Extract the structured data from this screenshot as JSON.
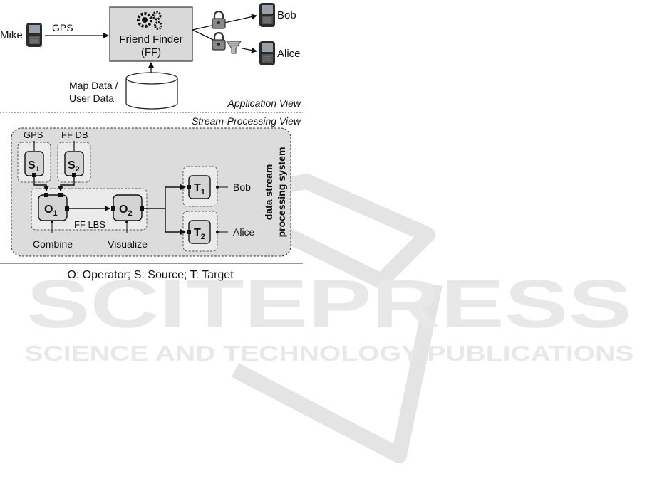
{
  "application": {
    "source_user": "Mike",
    "gps_label": "GPS",
    "service_line1": "Friend Finder",
    "service_line2": "(FF)",
    "db_line1": "Map Data /",
    "db_line2": "User Data",
    "recipient_1": "Bob",
    "recipient_2": "Alice",
    "view_label": "Application View"
  },
  "stream": {
    "view_label": "Stream-Processing View",
    "source_1_label": "GPS",
    "source_2_label": "FF DB",
    "source_1": "S",
    "source_1_sub": "1",
    "source_2": "S",
    "source_2_sub": "2",
    "operator_1": "O",
    "operator_1_sub": "1",
    "operator_2": "O",
    "operator_2_sub": "2",
    "target_1": "T",
    "target_1_sub": "1",
    "target_2": "T",
    "target_2_sub": "2",
    "group_label": "FF LBS",
    "operator_1_name": "Combine",
    "operator_2_name": "Visualize",
    "target_1_user": "Bob",
    "target_2_user": "Alice",
    "system_line1": "data stream",
    "system_line2": "processing system"
  },
  "legend": "O: Operator; S: Source; T: Target",
  "watermark": {
    "title": "SCITEPRESS",
    "subtitle": "SCIENCE AND TECHNOLOGY PUBLICATIONS"
  },
  "colors": {
    "box_fill": "#d9d9d9",
    "panel_fill": "#dcdcdc",
    "inner_fill": "#ebebeb",
    "ink": "#111111",
    "watermark": "#e6e6e6"
  }
}
